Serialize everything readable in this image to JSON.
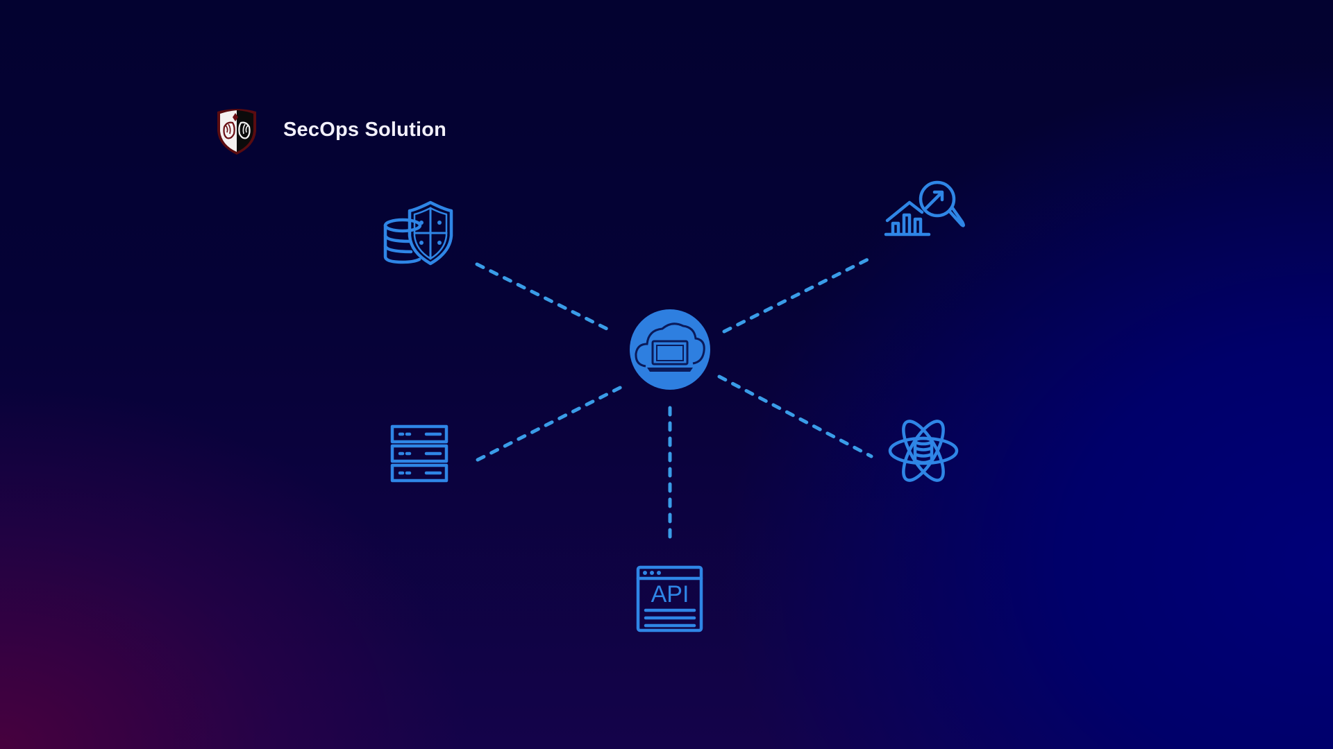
{
  "brand": {
    "name": "SecOps Solution",
    "logo_icon": "shield-lions-logo"
  },
  "diagram": {
    "hub": {
      "icon": "cloud-laptop-icon",
      "fill": "#2e7fe0"
    },
    "nodes": [
      {
        "position": "top-left",
        "icon": "database-shield-icon"
      },
      {
        "position": "top-right",
        "icon": "analytics-search-icon"
      },
      {
        "position": "middle-left",
        "icon": "server-rack-icon"
      },
      {
        "position": "middle-right",
        "icon": "atom-database-icon"
      },
      {
        "position": "bottom",
        "icon": "api-window-icon",
        "label": "API"
      }
    ],
    "connector_style": "dashed",
    "accent_color": "#2f86e6",
    "line_color": "#3a9de8"
  }
}
